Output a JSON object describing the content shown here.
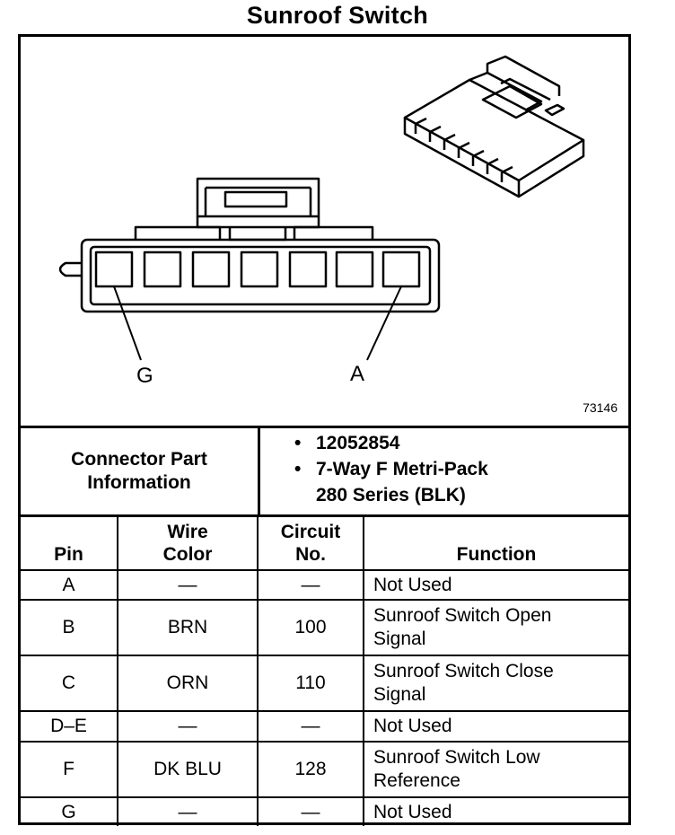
{
  "title": "Sunroof Switch",
  "figure_code": "73146",
  "pin_labels": {
    "left": "G",
    "right": "A"
  },
  "connector_info": {
    "label_line1": "Connector Part",
    "label_line2": "Information",
    "part_number": "12052854",
    "desc_line1": "7-Way F Metri-Pack",
    "desc_line2": "280 Series (BLK)"
  },
  "table": {
    "headers": {
      "pin": "Pin",
      "wire_line1": "Wire",
      "wire_line2": "Color",
      "circuit_line1": "Circuit",
      "circuit_line2": "No.",
      "function": "Function"
    },
    "rows": [
      {
        "pin": "A",
        "wire": "—",
        "circuit": "—",
        "f1": "Not Used",
        "f2": ""
      },
      {
        "pin": "B",
        "wire": "BRN",
        "circuit": "100",
        "f1": "Sunroof Switch Open",
        "f2": "Signal"
      },
      {
        "pin": "C",
        "wire": "ORN",
        "circuit": "110",
        "f1": "Sunroof Switch Close",
        "f2": "Signal"
      },
      {
        "pin": "D–E",
        "wire": "—",
        "circuit": "—",
        "f1": "Not Used",
        "f2": ""
      },
      {
        "pin": "F",
        "wire": "DK BLU",
        "circuit": "128",
        "f1": "Sunroof Switch Low",
        "f2": "Reference"
      },
      {
        "pin": "G",
        "wire": "—",
        "circuit": "—",
        "f1": "Not Used",
        "f2": ""
      }
    ]
  }
}
